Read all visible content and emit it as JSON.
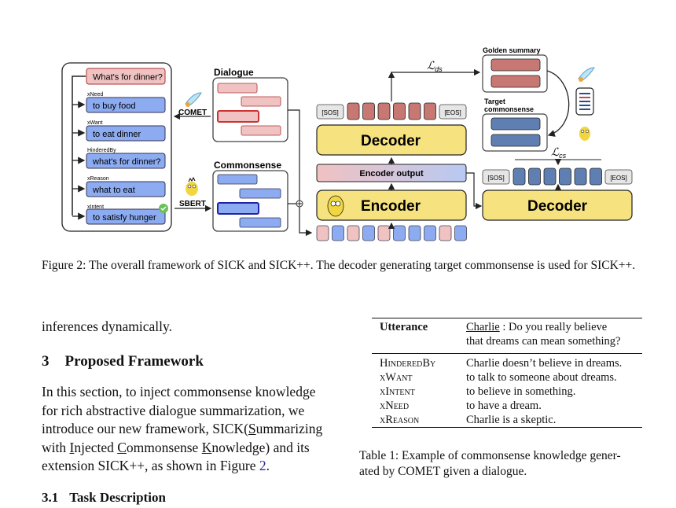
{
  "figure": {
    "left_utterances": [
      {
        "label": "",
        "text": "What's for dinner?"
      },
      {
        "label": "xNeed",
        "text": "to buy food"
      },
      {
        "label": "xWant",
        "text": "to eat dinner"
      },
      {
        "label": "HinderedBy",
        "text": "what's for dinner?"
      },
      {
        "label": "xReason",
        "text": "what to eat"
      },
      {
        "label": "xIntent",
        "text": "to satisfy hunger"
      }
    ],
    "comet_label": "COMET",
    "sbert_label": "SBERT",
    "dialogue_title": "Dialogue",
    "commonsense_title": "Commonsense",
    "decoder_label": "Decoder",
    "encoder_label": "Encoder",
    "encoder_output_label": "Encoder output",
    "sos": "[SOS]",
    "eos": "[EOS]",
    "golden_summary_label": "Golden summary",
    "target_commonsense_label_1": "Target",
    "target_commonsense_label_2": "commonsense",
    "loss_ds": "ℒ",
    "loss_ds_sub": "ds",
    "loss_cs": "ℒ",
    "loss_cs_sub": "cs",
    "colors": {
      "red": "#c87872",
      "pink": "#f0c2c2",
      "blue": "#8cabf0",
      "darkblue": "#5f7fb3",
      "yellow": "#f6e27f"
    }
  },
  "figure_caption": "Figure 2: The overall framework of SICK and SICK++. The decoder generating target commonsense is used for SICK++.",
  "left_text": {
    "line0": "inferences dynamically.",
    "section_number": "3",
    "section_title": "Proposed Framework",
    "para": [
      "In this section, to inject commonsense knowledge",
      "for rich abstractive dialogue summarization, we",
      "introduce our new framework, SICK(",
      "S",
      "ummarizing",
      "with ",
      "I",
      "njected ",
      "C",
      "ommonsense ",
      "K",
      "nowledge) and its",
      "extension SICK++, as shown in Figure ",
      "2",
      "."
    ],
    "subsection_number": "3.1",
    "subsection_title": "Task Description"
  },
  "table": {
    "header_label": "Utterance",
    "speaker": "Charlie",
    "utterance_line1": " : Do you really believe",
    "utterance_line2": "that dreams can mean something?",
    "rows": [
      {
        "relation": "HinderedBy",
        "text": "Charlie doesn’t believe in dreams."
      },
      {
        "relation": "xWant",
        "text": "to talk to someone about dreams."
      },
      {
        "relation": "xIntent",
        "text": "to believe in something."
      },
      {
        "relation": "xNeed",
        "text": "to have a dream."
      },
      {
        "relation": "xReason",
        "text": "Charlie is a skeptic."
      }
    ],
    "caption_line1": "Table 1: Example of commonsense knowledge gener-",
    "caption_line2": "ated by COMET given a dialogue."
  }
}
